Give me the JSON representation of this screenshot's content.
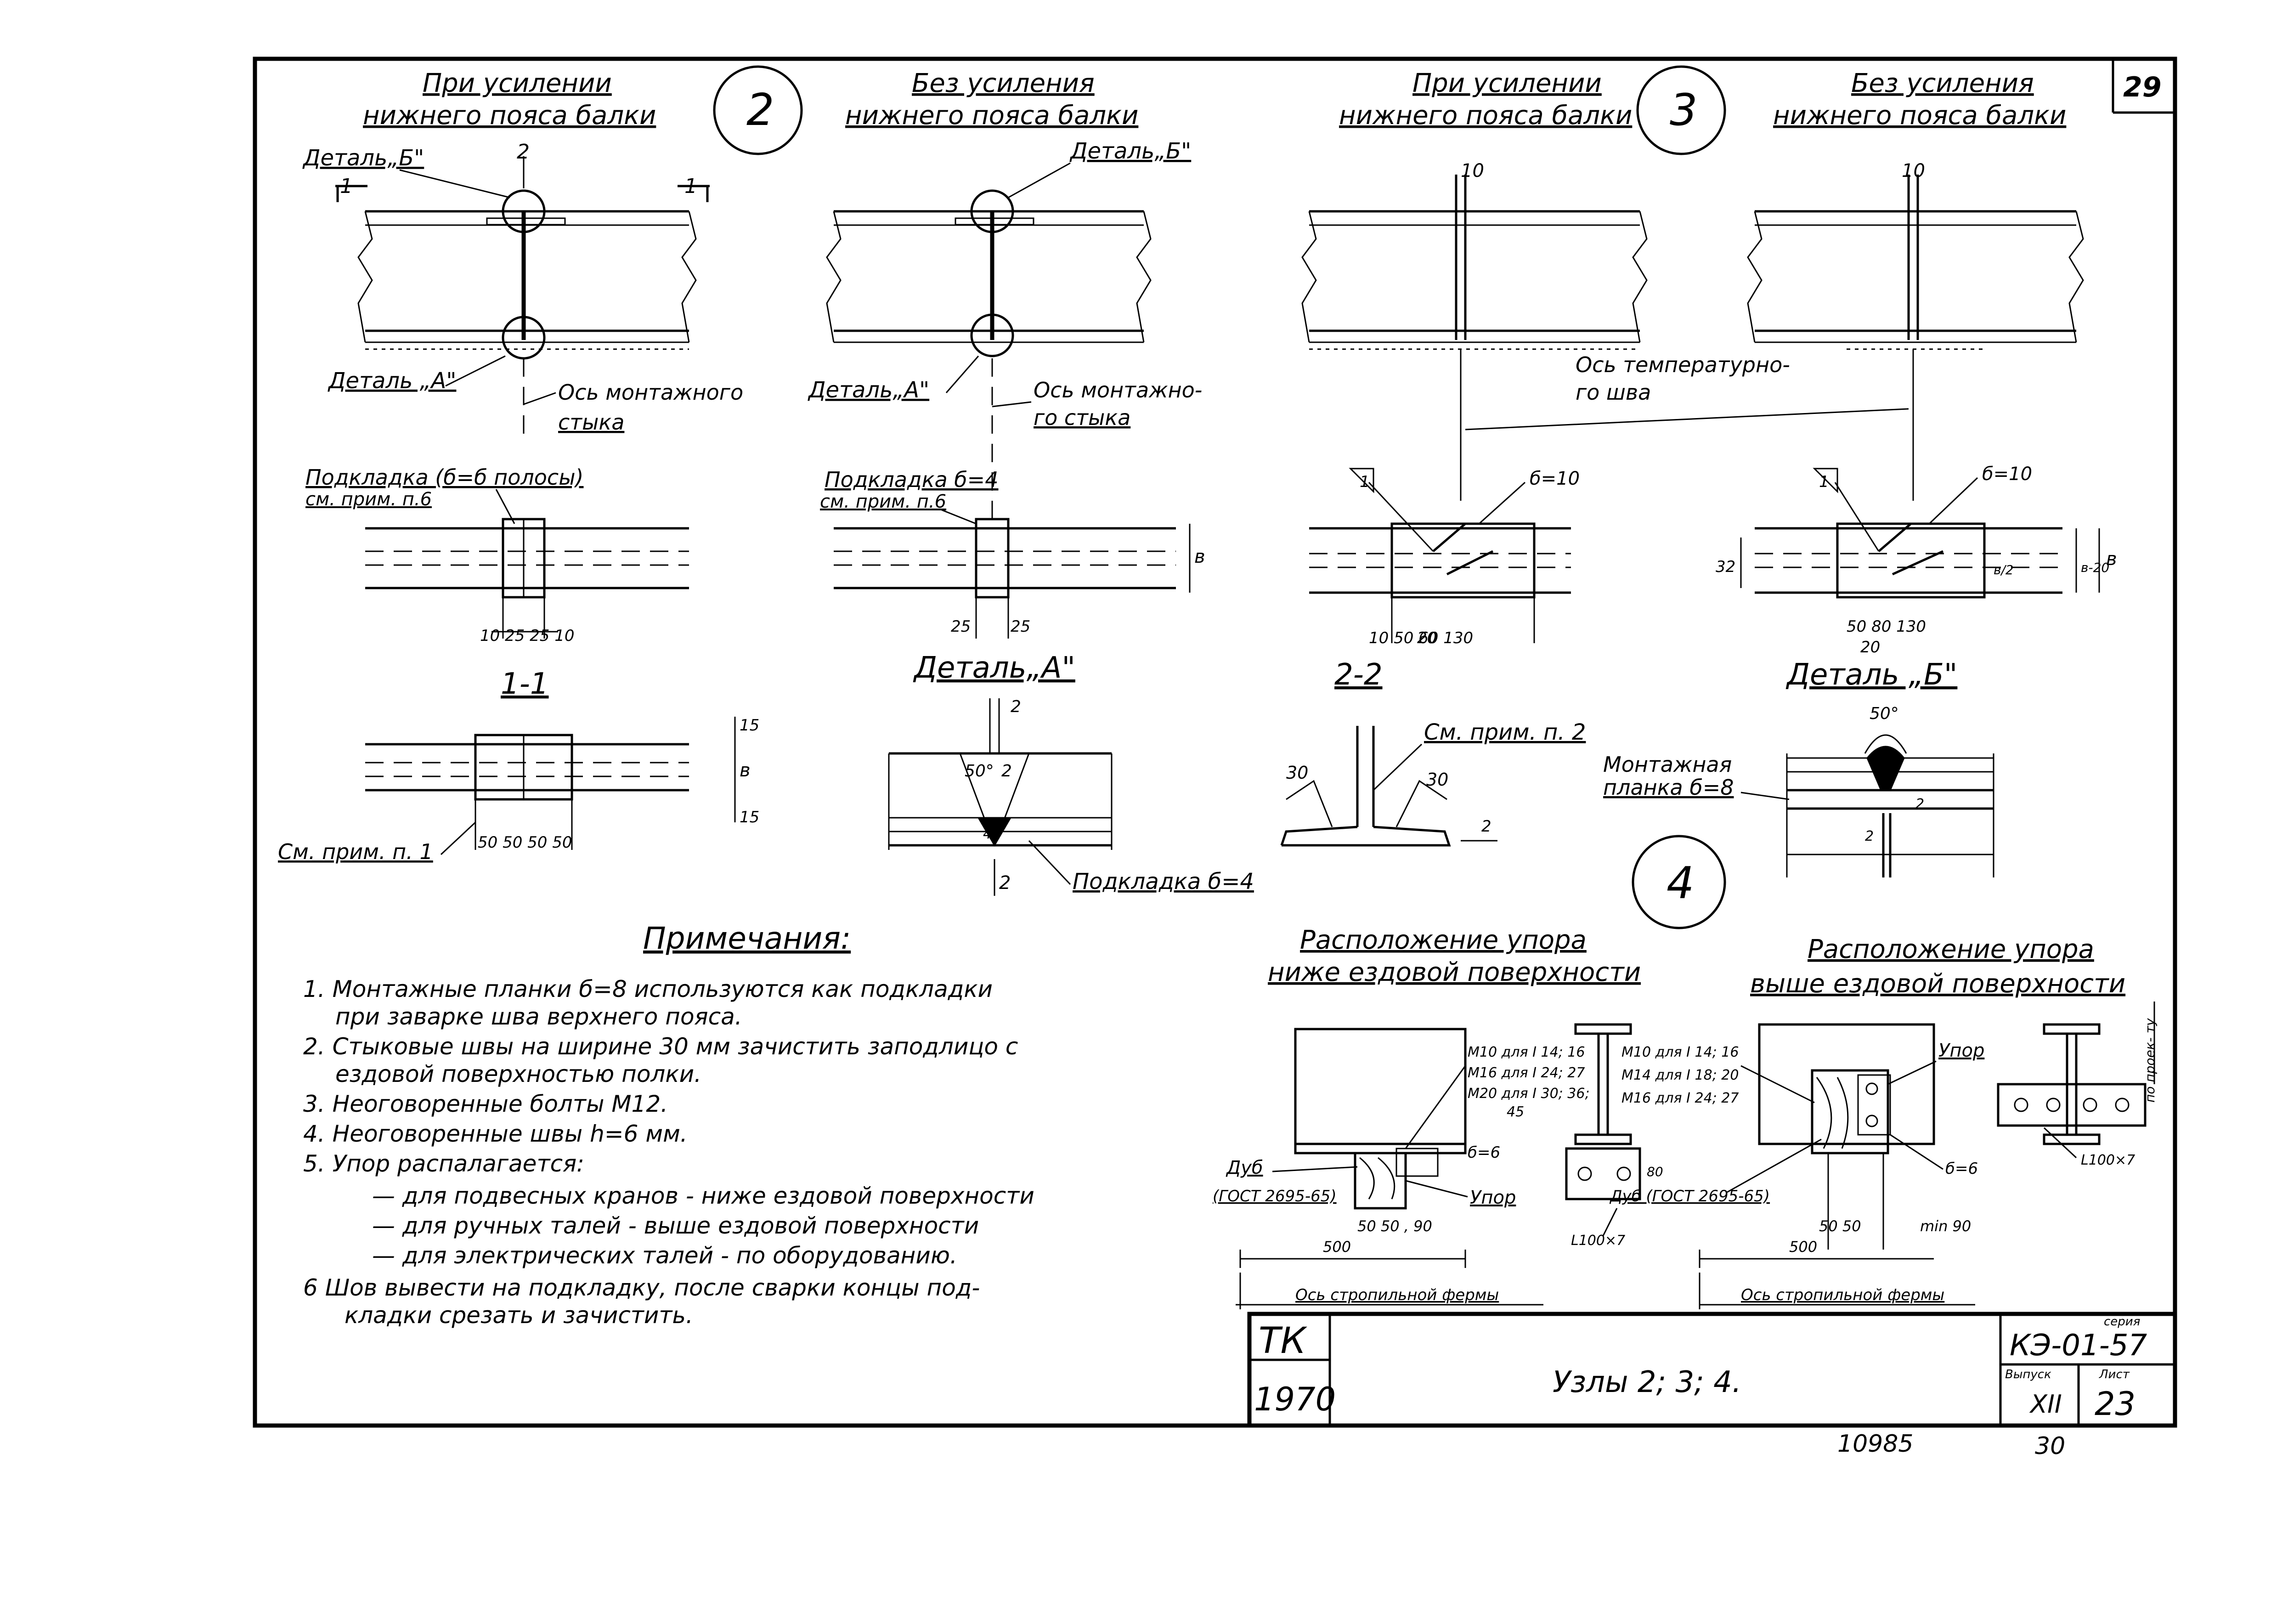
{
  "sheet": {
    "page_number": "29",
    "bottom_left_number": "10985",
    "bottom_right_number": "30"
  },
  "node2": {
    "number": "2",
    "left_title_1": "При усилении",
    "left_title_2": "нижнего пояса балки",
    "right_title_1": "Без усиления",
    "right_title_2": "нижнего пояса балки",
    "detail_b_left": "Деталь„Б\"",
    "detail_b_right": "Деталь„Б\"",
    "detail_a_left": "Деталь „А\"",
    "detail_a_right": "Деталь„А\"",
    "axis_left_1": "Ось монтажного",
    "axis_left_2": "стыка",
    "axis_right_1": "Ось монтажно-",
    "axis_right_2": "го стыка",
    "cut_mark_2": "2",
    "cut_mark_1a": "1",
    "cut_mark_1b": "1",
    "pad_left_1": "Подкладка (б=б полосы)",
    "pad_left_2": "см. прим. п.6",
    "pad_right_1": "Подкладка б=4",
    "pad_right_2": "см. прим. п.6",
    "dims_left": "10 25 25 10",
    "dim_25a": "25",
    "dim_25b": "25",
    "dim_v": "в"
  },
  "section11": {
    "title": "1-1",
    "note_ref": "См. прим. п. 1",
    "dims": "50 50 50 50",
    "dim_15a": "15",
    "dim_15b": "15",
    "dim_v": "в"
  },
  "detailA": {
    "title": "Деталь„А\"",
    "angle": "50°",
    "gap": "2",
    "dim_2": "2",
    "dim_4": "4",
    "cut": "2",
    "pad": "Подкладка б=4"
  },
  "node3": {
    "number": "3",
    "left_title_1": "При усилении",
    "left_title_2": "нижнего пояса балки",
    "right_title_1": "Без усиления",
    "right_title_2": "нижнего пояса балки",
    "gap_left": "10",
    "gap_right": "10",
    "axis_1": "Ось температурно-",
    "axis_2": "го шва",
    "thk_left": "б=10",
    "thk_right": "б=10",
    "dims_left": "10 50 60 130",
    "dim_20a": "20",
    "dims_right": "50 80 130",
    "dim_20b": "20",
    "dim_32": "32",
    "dim_v20": "в-20",
    "dim_v": "в",
    "dim_vh": "в/2",
    "slope": "1"
  },
  "section22": {
    "title": "2-2",
    "note": "См. прим. п. 2",
    "dim_30a": "30",
    "dim_30b": "30",
    "dim_2": "2"
  },
  "detailB": {
    "title": "Деталь „Б\"",
    "angle": "50°",
    "plate_1": "Монтажная",
    "plate_2": "планка б=8",
    "gap": "2",
    "dim_2": "2"
  },
  "node4": {
    "number": "4",
    "left_title_1": "Расположение упора",
    "left_title_2": "ниже ездовой поверхности",
    "right_title_1": "Расположение упора",
    "right_title_2": "выше ездовой поверхности",
    "bolts_left": [
      "М10 для I 14; 16",
      "М16 для I 24; 27",
      "М20 для I 30; 36;",
      "45"
    ],
    "bolts_right": [
      "М10 для I 14; 16",
      "М14 для I 18; 20",
      "М16 для I 24; 27"
    ],
    "oak_left_1": "Дуб",
    "oak_left_2": "(ГОСТ 2695-65)",
    "oak_right": "Дуб (ГОСТ 2695-65)",
    "stop": "Упор",
    "stop_right": "Упор",
    "thk_left": "б=6",
    "thk_right": "б=6",
    "angle_left": "L100×7",
    "angle_right": "L100×7",
    "dims_left": "50 50 , 90",
    "dims_right": "50 50",
    "min90": "min 90",
    "dim_500a": "500",
    "dim_500b": "500",
    "axis_left": "Ось стропильной фермы",
    "axis_right": "Ось стропильной фермы",
    "by_project": "по проек- ту",
    "dim_80": "80"
  },
  "notes": {
    "title": "Примечания:",
    "items": [
      "1. Монтажные планки б=8 используются как подкладки",
      "при заварке шва верхнего пояса.",
      "2. Стыковые швы на ширине 30 мм зачистить заподлицо с",
      "ездовой поверхностью полки.",
      "3. Неоговоренные болты М12.",
      "4. Неоговоренные швы h=6 мм.",
      "5. Упор распалагается:",
      "— для подвесных кранов - ниже ездовой поверхности",
      "— для ручных талей  - выше ездовой поверхности",
      "— для электрических талей - по оборудованию.",
      "6  Шов вывести на подкладку, после сварки концы под-",
      "кладки срезать и зачистить."
    ]
  },
  "title_block": {
    "org": "ТК",
    "year": "1970",
    "title": "Узлы 2; 3; 4.",
    "series_label": "серия",
    "series": "КЭ-01-57",
    "issue_label": "Выпуск",
    "issue": "XII",
    "sheet_label": "Лист",
    "sheet": "23"
  }
}
